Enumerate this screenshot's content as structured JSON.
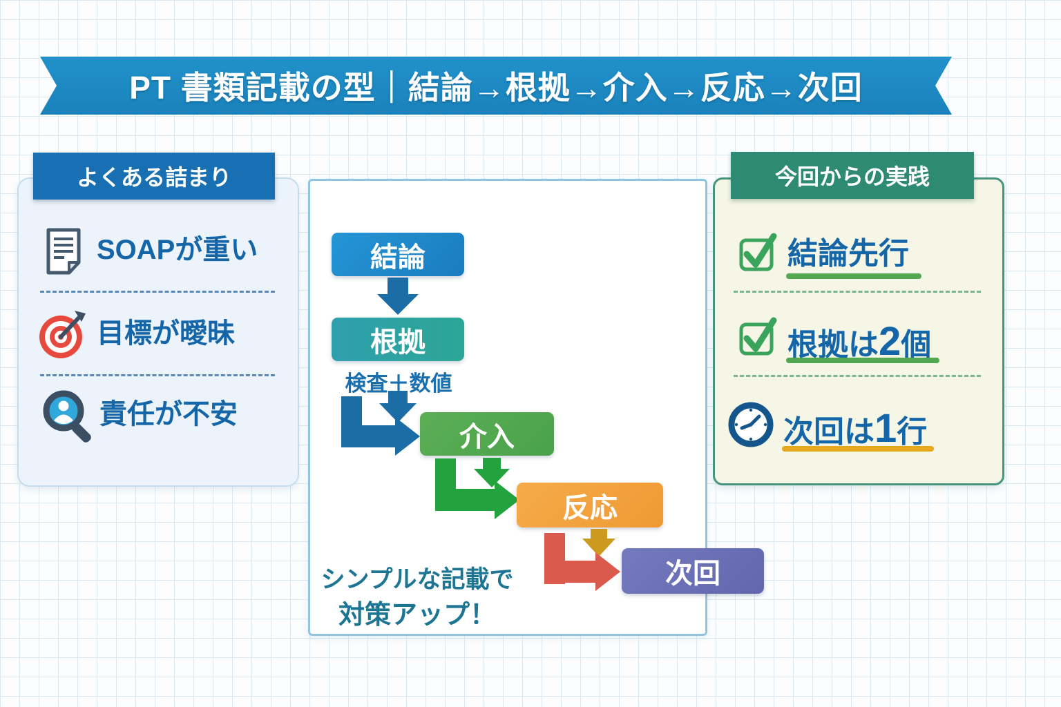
{
  "banner": {
    "title": "PT 書類記載の型｜結論→根拠→介入→反応→次回"
  },
  "left_panel": {
    "header": "よくある詰まり",
    "items": [
      {
        "icon": "document-icon",
        "label": "SOAPが重い"
      },
      {
        "icon": "target-icon",
        "label": "目標が曖昧"
      },
      {
        "icon": "magnifier-person-icon",
        "label": "責任が不安"
      }
    ]
  },
  "flow_panel": {
    "steps": [
      {
        "label": "結論",
        "color": "#1e86cc"
      },
      {
        "label": "根拠",
        "color": "#2ba2a2",
        "sublabel": "検査＋数値"
      },
      {
        "label": "介入",
        "color": "#52a84f"
      },
      {
        "label": "反応",
        "color": "#f2a23c"
      },
      {
        "label": "次回",
        "color": "#6a70b8"
      }
    ],
    "caption": {
      "line1": "シンプルな記載で",
      "line2": "対策アップ！"
    }
  },
  "right_panel": {
    "header": "今回からの実践",
    "items": [
      {
        "icon": "checkbox-icon",
        "label": "結論先行",
        "underline_color": "#52a852"
      },
      {
        "icon": "checkbox-icon",
        "prefix": "根拠は",
        "big": "2",
        "suffix": "個",
        "underline_color": "#52a852"
      },
      {
        "icon": "clock-icon",
        "prefix": "次回は",
        "big": "1",
        "suffix": "行",
        "underline_color": "#e8a71c"
      }
    ]
  },
  "colors": {
    "banner_bg": "#1d8ac2",
    "left_header_bg": "#1870b2",
    "right_header_bg": "#2e8a72",
    "left_panel_bg": "#edf3fa",
    "right_panel_bg": "#f5f6e5",
    "text_primary": "#1566a8",
    "caption_text": "#1c7593",
    "arrow_blue": "#1c6ca6",
    "arrow_green": "#22a33e",
    "arrow_gold": "#cc9a1f",
    "arrow_red": "#da5b4e"
  }
}
